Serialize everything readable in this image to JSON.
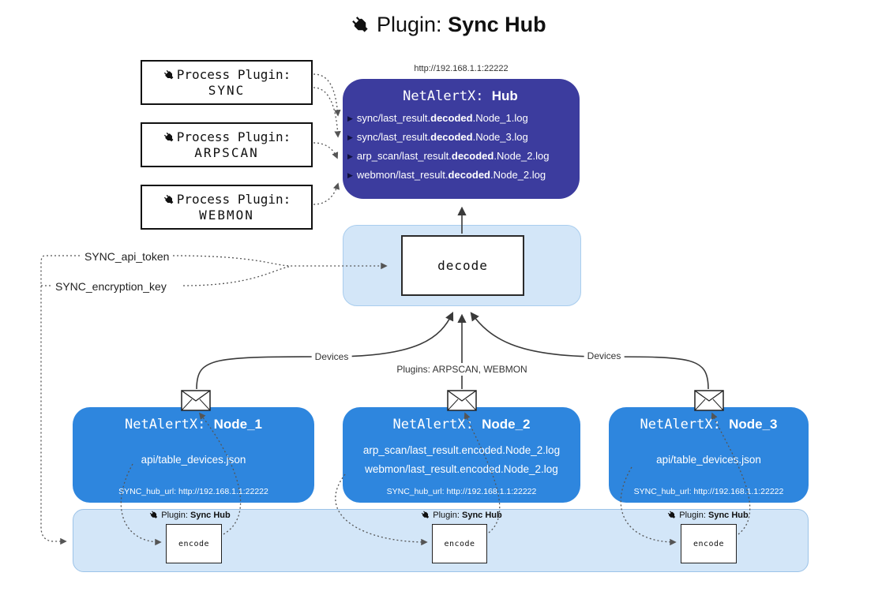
{
  "title": {
    "prefix": "Plugin: ",
    "bold": "Sync Hub"
  },
  "process_plugins": [
    {
      "label": "Process Plugin:",
      "name": "SYNC"
    },
    {
      "label": "Process Plugin:",
      "name": "ARPSCAN"
    },
    {
      "label": "Process Plugin:",
      "name": "WEBMON"
    }
  ],
  "hub": {
    "url": "http://192.168.1.1:22222",
    "title_prefix": "NetAlertX: ",
    "title_bold": "Hub",
    "lines": [
      {
        "prefix": "sync/last_result.",
        "bold": "decoded",
        "suffix": ".Node_1.log"
      },
      {
        "prefix": "sync/last_result.",
        "bold": "decoded",
        "suffix": ".Node_3.log"
      },
      {
        "prefix": "arp_scan/last_result.",
        "bold": "decoded",
        "suffix": ".Node_2.log"
      },
      {
        "prefix": "webmon/last_result.",
        "bold": "decoded",
        "suffix": ".Node_2.log"
      }
    ]
  },
  "decode": {
    "label": "decode"
  },
  "secrets": {
    "api_token": "SYNC_api_token",
    "encryption_key": "SYNC_encryption_key"
  },
  "edges": {
    "devices_left": "Devices",
    "plugins_center": "Plugins: ARPSCAN, WEBMON",
    "devices_right": "Devices"
  },
  "nodes": [
    {
      "title_prefix": "NetAlertX: ",
      "title_bold": "Node_1",
      "lines": [
        "api/table_devices.json"
      ],
      "footer": "SYNC_hub_url: http://192.168.1.1:22222"
    },
    {
      "title_prefix": "NetAlertX: ",
      "title_bold": "Node_2",
      "lines": [
        "arp_scan/last_result.encoded.Node_2.log",
        "webmon/last_result.encoded.Node_2.log"
      ],
      "footer": "SYNC_hub_url: http://192.168.1.1:22222"
    },
    {
      "title_prefix": "NetAlertX: ",
      "title_bold": "Node_3",
      "lines": [
        "api/table_devices.json"
      ],
      "footer": "SYNC_hub_url: http://192.168.1.1:22222"
    }
  ],
  "encoders": [
    {
      "label_prefix": "Plugin: ",
      "label_bold": "Sync Hub",
      "box": "encode"
    },
    {
      "label_prefix": "Plugin: ",
      "label_bold": "Sync Hub",
      "box": "encode"
    },
    {
      "label_prefix": "Plugin: ",
      "label_bold": "Sync Hub",
      "box": "encode"
    }
  ],
  "icons": {
    "plug-icon": "🔌",
    "envelope-icon": "✉"
  },
  "colors": {
    "hub-bg": "#3c3c9e",
    "node-bg": "#2e86de",
    "panel-bg": "#d3e6f8",
    "line-dark": "#3a3a3a",
    "line-dotted": "#555555"
  }
}
